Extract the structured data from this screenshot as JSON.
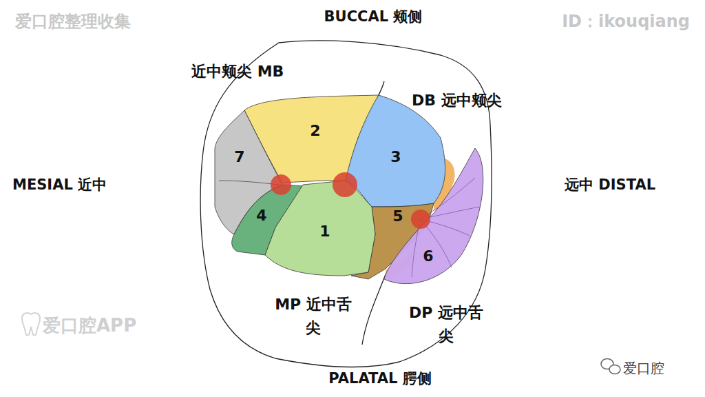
{
  "diagram": {
    "nodes": [
      {
        "text": [
          "2"
        ]
      },
      {
        "text": [
          "7"
        ]
      },
      {
        "text": [
          "3"
        ]
      },
      {
        "text": [
          "4"
        ]
      },
      {
        "text": [
          "5"
        ]
      },
      {
        "text": [
          "1"
        ]
      },
      {
        "text": [
          "6"
        ]
      }
    ],
    "labels": [
      "爱口腔整理收集",
      "BUCCAL 颊侧",
      "ID：ikouqiang",
      "近中颊尖 MB",
      "DB 远中颊尖",
      "MESIAL 近中",
      "远中 DISTAL",
      "爱口腔APP",
      "MP 近中舌尖",
      "DP 远中舌尖",
      "爱口腔",
      "PALATAL 腭侧"
    ]
  }
}
